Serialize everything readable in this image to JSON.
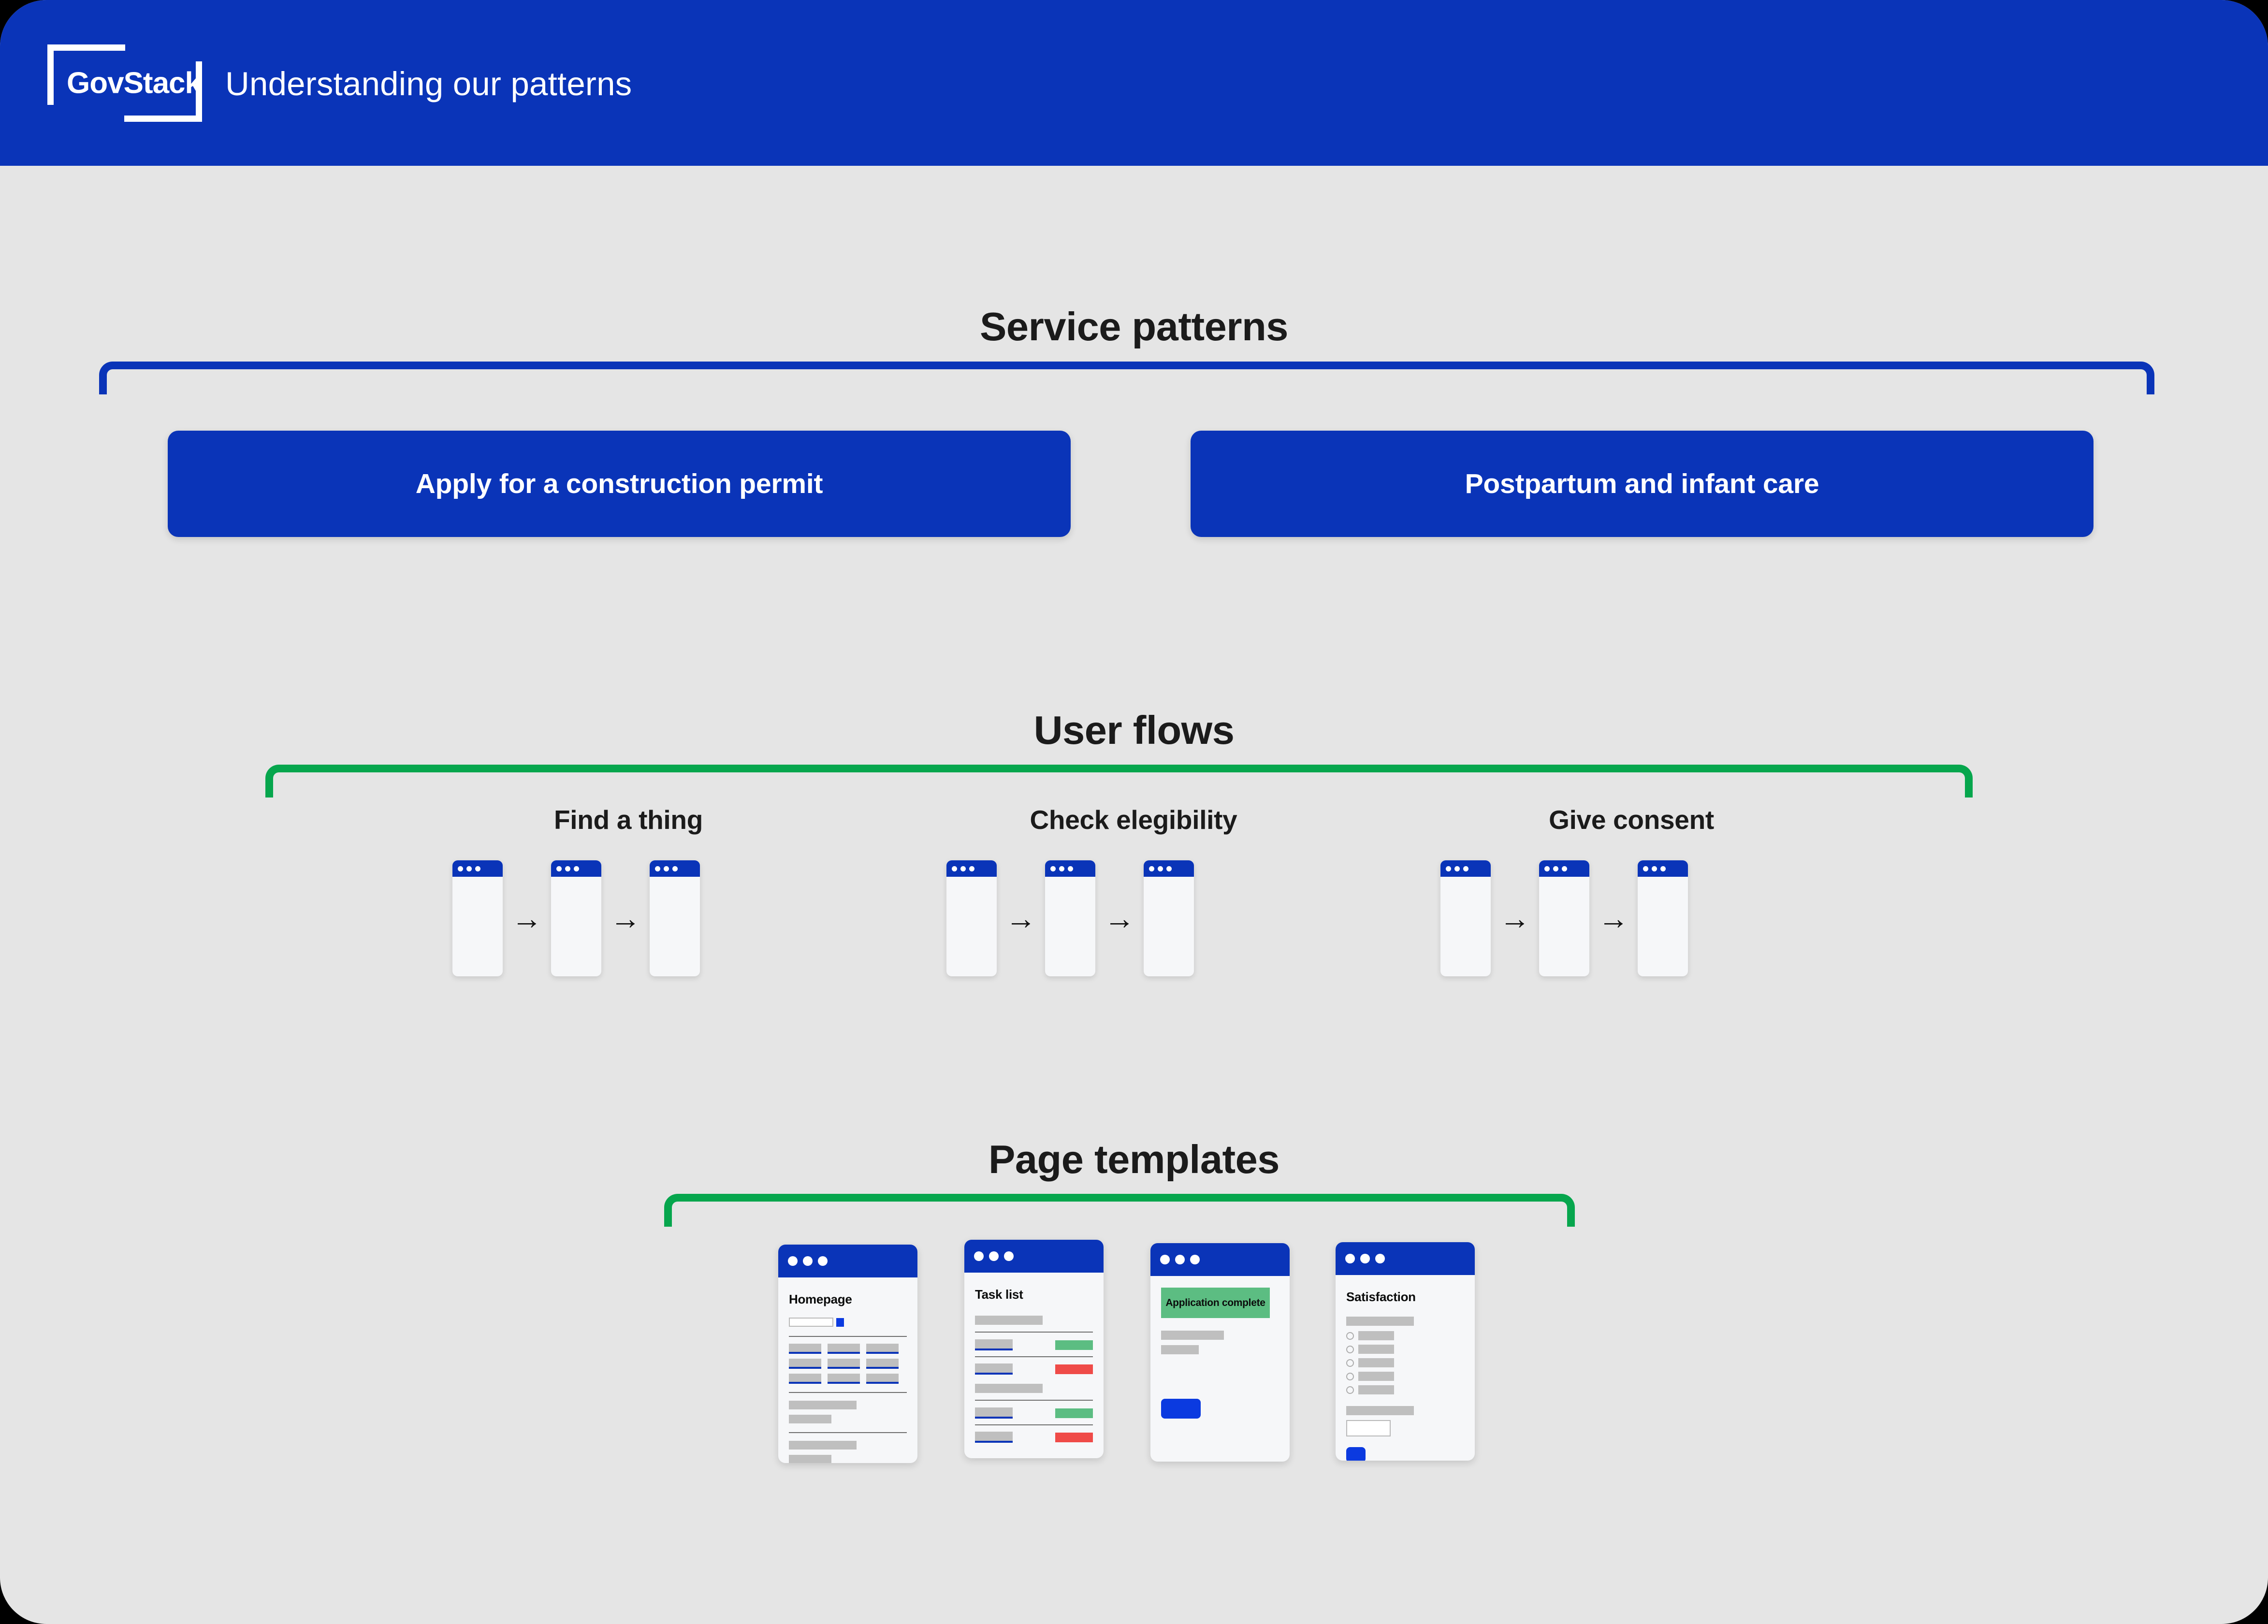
{
  "header": {
    "logo_text": "GovStack",
    "logo_icon": "govstack-bracket-logo",
    "title": "Understanding our patterns"
  },
  "colors": {
    "brand_blue": "#0a34b8",
    "brand_green": "#06a64d",
    "page_bg": "#e5e5e5",
    "card_bg": "#f6f7f9",
    "status_green": "#5cbd82",
    "status_red": "#ef4b48",
    "button_blue": "#0b3ae0",
    "placeholder_gray": "#bfbfbf"
  },
  "sections": {
    "service_patterns": {
      "heading": "Service patterns",
      "bracket_color": "#0a34b8",
      "buttons": [
        {
          "label": "Apply for a construction permit"
        },
        {
          "label": "Postpartum and infant care"
        }
      ]
    },
    "user_flows": {
      "heading": "User flows",
      "bracket_color": "#06a64d",
      "arrow_glyph": "→",
      "flows": [
        {
          "label": "Find a thing",
          "steps": 3
        },
        {
          "label": "Check elegibility",
          "steps": 3
        },
        {
          "label": "Give consent",
          "steps": 3
        }
      ]
    },
    "page_templates": {
      "heading": "Page templates",
      "bracket_color": "#06a64d",
      "cards": [
        {
          "title": "Homepage",
          "banner": null
        },
        {
          "title": "Task list",
          "banner": null
        },
        {
          "title": null,
          "banner": "Application complete"
        },
        {
          "title": "Satisfaction",
          "banner": null
        }
      ]
    }
  }
}
